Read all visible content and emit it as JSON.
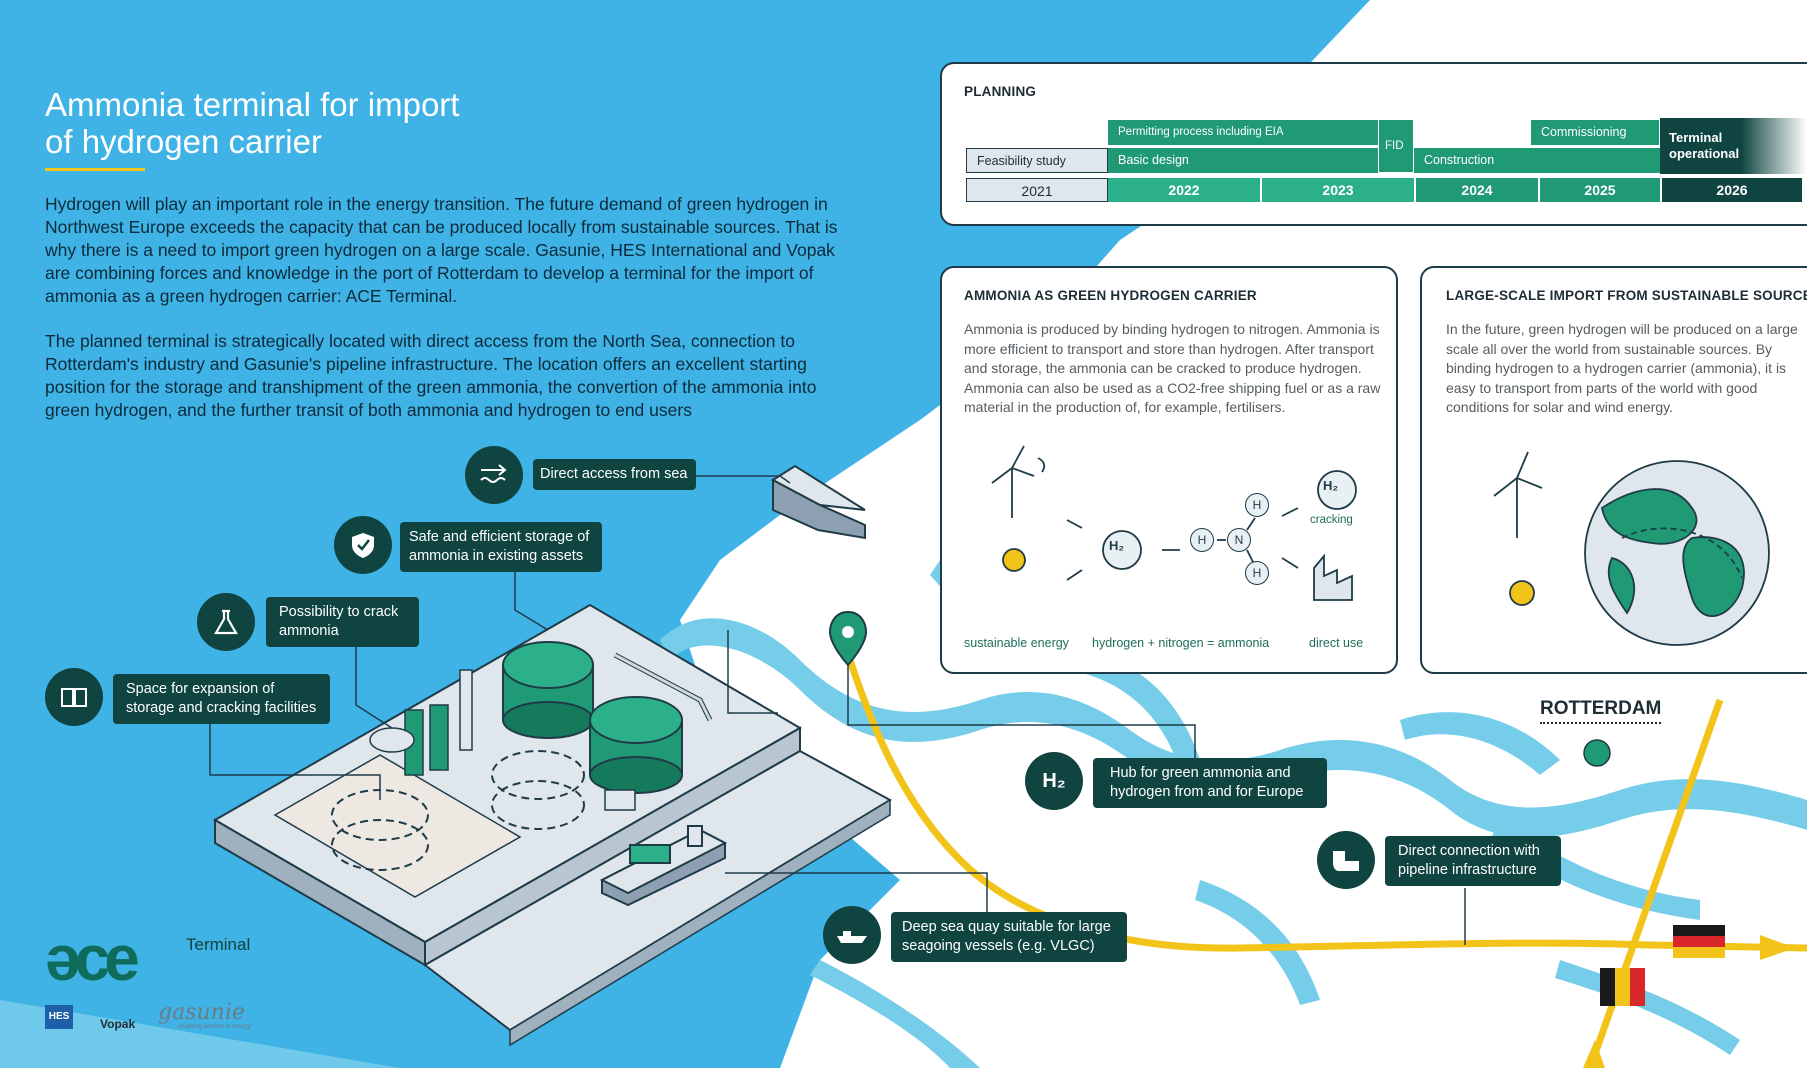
{
  "colors": {
    "sky": "#3fb2e6",
    "water": "#76cdea",
    "dark_teal": "#0f4440",
    "green": "#1f9a75",
    "light_green": "#2cb089",
    "yellow": "#f2c318"
  },
  "title": {
    "line1": "Ammonia terminal for import",
    "line2": "of hydrogen carrier"
  },
  "intro": {
    "p1": "Hydrogen will play an important role in the energy transition. The future demand of green hydrogen in Northwest Europe exceeds the capacity that can be produced locally from sustainable sources. That is why there is a need to import green hydrogen on a large scale. Gasunie, HES International and Vopak are combining forces and knowledge in the port of Rotterdam to develop a terminal for the import of ammonia as a green hydrogen carrier: ACE Terminal.",
    "p2": "The planned terminal is strategically located with direct access from the North Sea, connection to Rotterdam's industry and Gasunie's pipeline infrastructure. The location offers an excellent starting position for the storage and transhipment of the green ammonia, the convertion of the ammonia into green hydrogen, and the further transit of both ammonia and hydrogen to end users"
  },
  "planning": {
    "title": "PLANNING",
    "bars": {
      "permitting": "Permitting process including EIA",
      "fid": "FID",
      "commissioning": "Commissioning",
      "terminal_line1": "Terminal",
      "terminal_line2": "operational",
      "feasibility": "Feasibility study",
      "basic_design": "Basic design",
      "construction": "Construction"
    },
    "years": [
      "2021",
      "2022",
      "2023",
      "2024",
      "2025",
      "2026"
    ]
  },
  "ammonia_panel": {
    "title": "AMMONIA AS GREEN HYDROGEN CARRIER",
    "text": "Ammonia is produced by binding hydrogen to nitrogen. Ammonia is more efficient to transport and store than hydrogen. After transport and storage, the ammonia can be cracked to produce hydrogen.  Ammonia can also be used as a CO2-free shipping fuel or as a raw material in the production of, for example, fertilisers.",
    "labels": {
      "sustainable": "sustainable energy",
      "formula": "hydrogen + nitrogen  = ammonia",
      "cracking": "cracking",
      "direct_use": "direct use"
    },
    "atoms": {
      "h": "H",
      "n": "N",
      "h2": "H₂"
    }
  },
  "import_panel": {
    "title": "LARGE-SCALE IMPORT FROM SUSTAINABLE SOURCES",
    "text": "In the future, green hydrogen will be produced on a large scale all over the world from sustainable sources. By binding hydrogen to a hydrogen carrier (ammonia), it is easy to transport from parts of the world with good conditions for solar and wind energy."
  },
  "callouts": {
    "sea": "Direct access from sea",
    "storage": "Safe and efficient storage of ammonia in existing assets",
    "crack": "Possibility to crack ammonia",
    "expansion": "Space for expansion of storage and cracking facilities",
    "hub": "Hub for green ammonia and hydrogen from and for Europe",
    "pipeline": "Direct connection with pipeline infrastructure",
    "quay": "Deep sea quay suitable for large seagoing vessels (e.g. VLGC)"
  },
  "map": {
    "city": "ROTTERDAM"
  },
  "logos": {
    "ace": "əcе",
    "terminal": "Terminal",
    "hes": "HES",
    "vopak": "Vopak",
    "gasunie": "gasunie",
    "gasunie_tag": "choosing borders in energy"
  }
}
